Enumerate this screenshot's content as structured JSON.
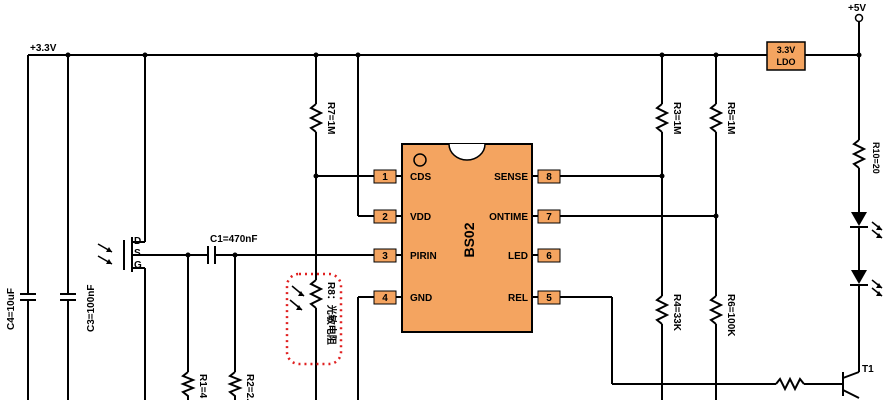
{
  "rails": {
    "v33": "+3.3V",
    "v5": "+5V"
  },
  "ldo": {
    "line1": "3.3V",
    "line2": "LDO"
  },
  "chip": {
    "name": "BS02",
    "pins_left": [
      {
        "num": "1",
        "name": "CDS"
      },
      {
        "num": "2",
        "name": "VDD"
      },
      {
        "num": "3",
        "name": "PIRIN"
      },
      {
        "num": "4",
        "name": "GND"
      }
    ],
    "pins_right": [
      {
        "num": "8",
        "name": "SENSE"
      },
      {
        "num": "7",
        "name": "ONTIME"
      },
      {
        "num": "6",
        "name": "LED"
      },
      {
        "num": "5",
        "name": "REL"
      }
    ]
  },
  "components": {
    "c4": "C4=10uF",
    "c3": "C3=100nF",
    "c1": "C1=470nF",
    "r7": "R7=1M",
    "r8": "R8：光敏电阻",
    "r3": "R3=1M",
    "r5": "R5=1M",
    "r4": "R4=33K",
    "r6": "R6=100K",
    "r10": "R10=20",
    "r1": "R1=4",
    "r2": "R2=2.",
    "t1": "T1"
  },
  "pir": {
    "d": "D",
    "s": "S",
    "g": "G"
  },
  "colors": {
    "chip_fill": "#F4A460",
    "chip_stroke": "#8B4513",
    "highlight": "#E02020"
  }
}
